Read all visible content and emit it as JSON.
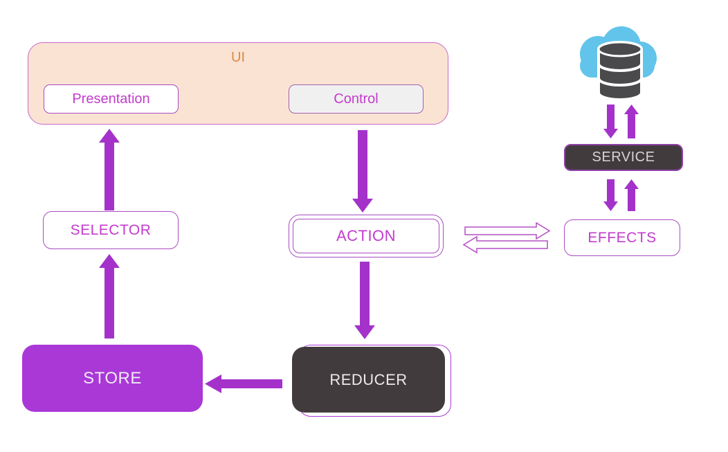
{
  "nodes": {
    "ui": {
      "label": "UI"
    },
    "presentation": {
      "label": "Presentation"
    },
    "control": {
      "label": "Control"
    },
    "selector": {
      "label": "SELECTOR"
    },
    "action": {
      "label": "ACTION"
    },
    "store": {
      "label": "STORE"
    },
    "reducer": {
      "label": "REDUCER"
    },
    "service": {
      "label": "SERVICE"
    },
    "effects": {
      "label": "EFFECTS"
    }
  },
  "icons": {
    "cloud_database": "cloud-database-icon"
  },
  "colors": {
    "arrow": "#a432ca",
    "magenta_text": "#c33bce",
    "box_border": "#a84bc0",
    "ui_border": "#c966c9",
    "ui_label": "#df8840",
    "peach_fill": "#fae3d3",
    "store_fill": "#a938d6",
    "dark_fill": "#423b3e",
    "cloud_blue": "#62c4ea",
    "db_gray": "#4a4a4c"
  }
}
